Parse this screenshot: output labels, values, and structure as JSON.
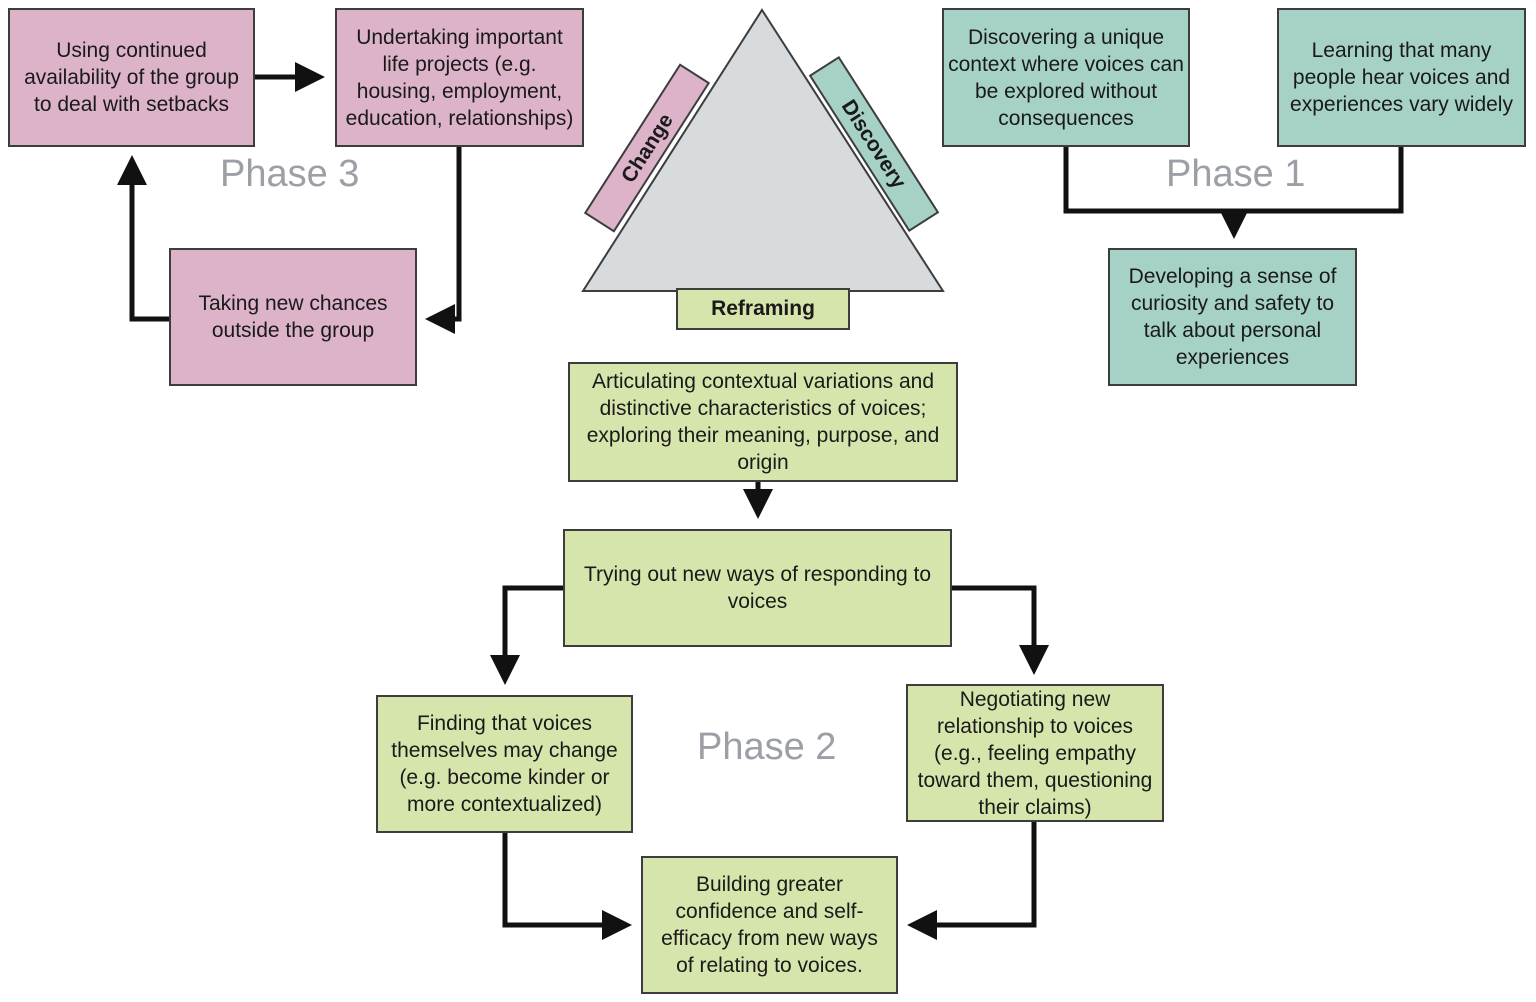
{
  "colors": {
    "phase3": "#dcb3c9",
    "phase1": "#a6d1c7",
    "phase2": "#d6e5ac",
    "triangle": "#d7dbdd",
    "border": "#3d3d3d",
    "arrow": "#111111",
    "phase_label": "#9ca0a6"
  },
  "phases": {
    "phase1": "Phase 1",
    "phase2": "Phase 2",
    "phase3": "Phase 3"
  },
  "triangle": {
    "change": "Change",
    "discovery": "Discovery",
    "reframing": "Reframing"
  },
  "phase3": {
    "continued": "Using continued availability of the group to deal with setbacks",
    "projects": "Undertaking important life projects (e.g. housing, employment, education, relationships)",
    "chances": "Taking new chances outside the group"
  },
  "phase1": {
    "context": "Discovering a unique context where voices can be explored without consequences",
    "learning": "Learning that many people hear voices and experiences vary widely",
    "curiosity": "Developing a sense of curiosity and safety to talk about personal experiences"
  },
  "phase2": {
    "articulating": "Articulating contextual variations and distinctive characteristics of voices; exploring their meaning, purpose, and origin",
    "trying": "Trying out new ways of responding to voices",
    "finding": "Finding that voices themselves may change (e.g. become kinder or more contextualized)",
    "negotiating": "Negotiating new relationship to voices (e.g., feeling empathy toward them, questioning their claims)",
    "building": "Building greater confidence and self-efficacy from new ways of relating to voices."
  }
}
